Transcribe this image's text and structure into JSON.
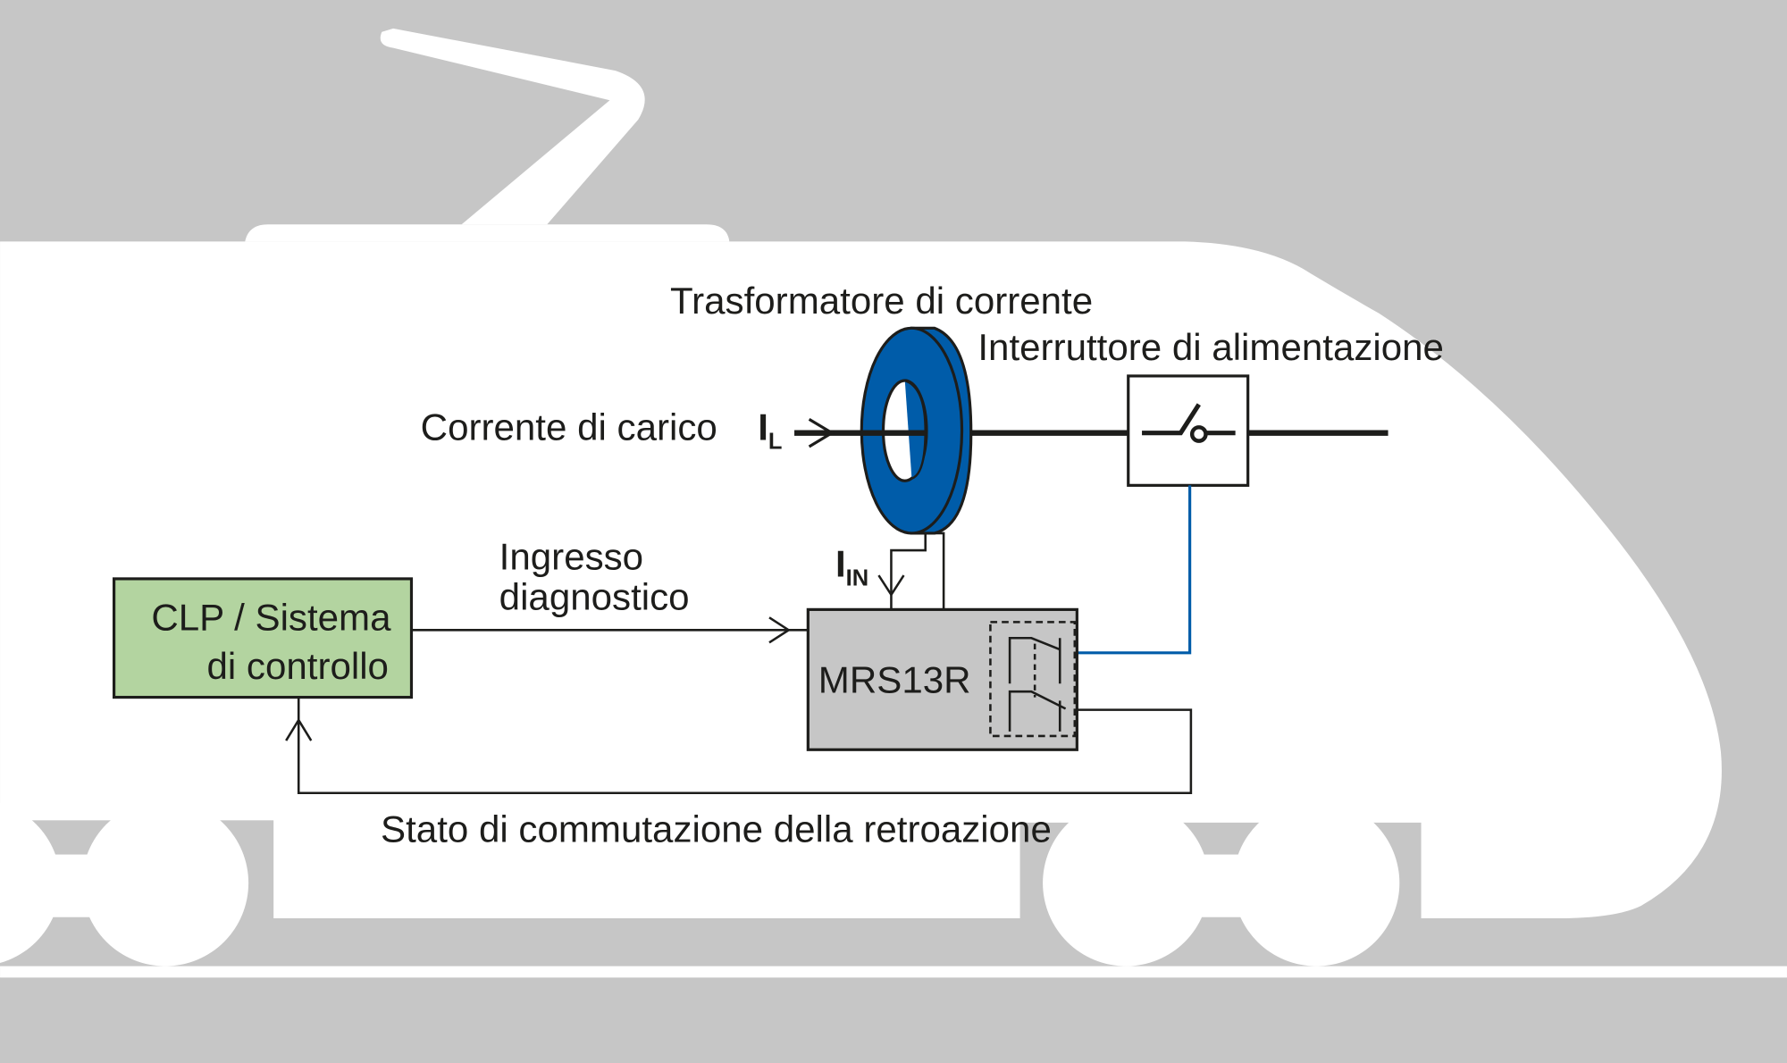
{
  "labels": {
    "transformer": "Trasformatore di corrente",
    "breaker": "Interruttore di alimentazione",
    "load_current": "Corrente di carico",
    "load_symbol": "I",
    "load_sub": "L",
    "in_symbol": "I",
    "in_sub": "IN",
    "diag_line1": "Ingresso",
    "diag_line2": "diagnostico",
    "plc_line1": "CLP / Sistema",
    "plc_line2": "di controllo",
    "relay": "MRS13R",
    "feedback": "Stato di commutazione della retroazione"
  },
  "colors": {
    "background": "#c6c6c6",
    "train": "#ffffff",
    "transformer": "#005ca9",
    "plc_box": "#b3d4a0",
    "relay_box": "#c6c6c6",
    "control_wire": "#005ca9"
  }
}
